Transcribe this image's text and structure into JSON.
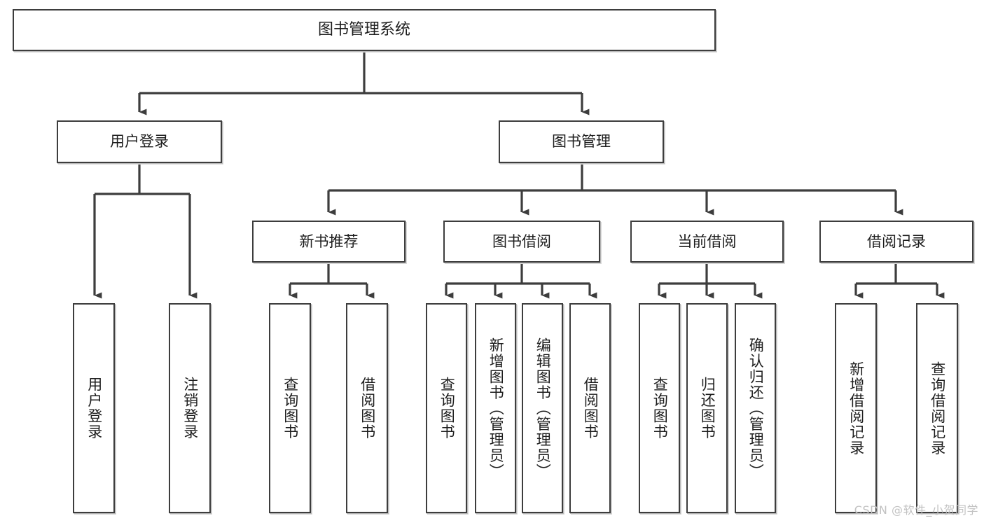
{
  "diagram": {
    "type": "tree",
    "title": "图书管理系统",
    "root": {
      "label": "图书管理系统"
    },
    "level1": [
      {
        "label": "用户登录"
      },
      {
        "label": "图书管理"
      }
    ],
    "level2": [
      {
        "label": "新书推荐"
      },
      {
        "label": "图书借阅"
      },
      {
        "label": "当前借阅"
      },
      {
        "label": "借阅记录"
      }
    ],
    "leaves": {
      "user_login": [
        {
          "label": "用户登录"
        },
        {
          "label": "注销登录"
        }
      ],
      "new_book_recommend": [
        {
          "label": "查询图书"
        },
        {
          "label": "借阅图书"
        }
      ],
      "book_borrow": [
        {
          "label": "查询图书"
        },
        {
          "label": "新增图书（管理员）"
        },
        {
          "label": "编辑图书（管理员）"
        },
        {
          "label": "借阅图书"
        }
      ],
      "current_borrow": [
        {
          "label": "查询图书"
        },
        {
          "label": "归还图书"
        },
        {
          "label": "确认归还（管理员）"
        }
      ],
      "borrow_record": [
        {
          "label": "新增借阅记录"
        },
        {
          "label": "查询借阅记录"
        }
      ]
    }
  },
  "watermark": {
    "text": "CSDN @软件_小贺同学"
  },
  "colors": {
    "border": "#3d3d3d",
    "text": "#1d1d1d",
    "background": "#ffffff",
    "connector": "#3d3d3d",
    "watermark": "#c2c2c2"
  }
}
